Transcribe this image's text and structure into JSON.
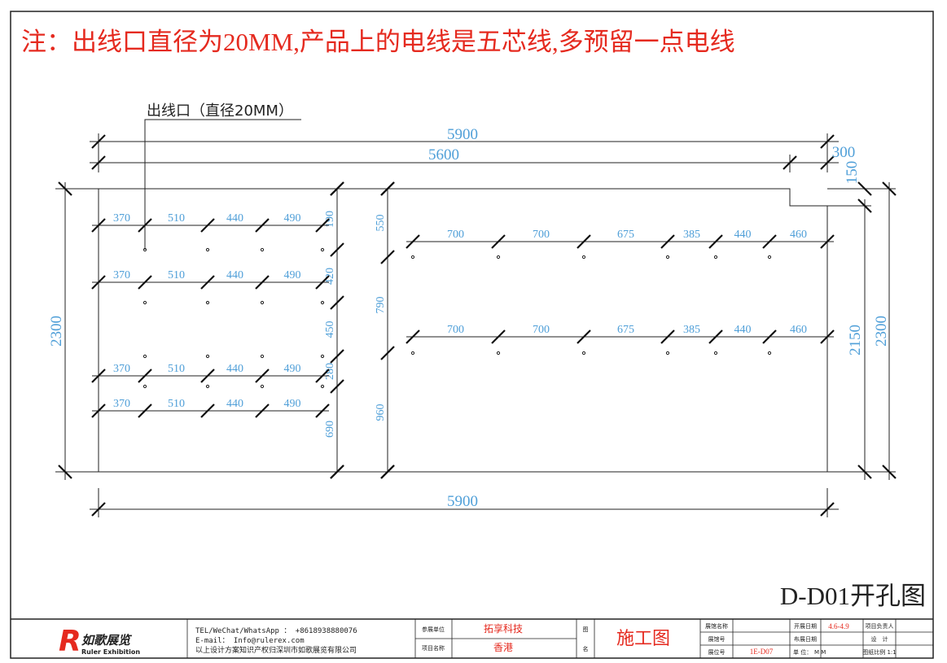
{
  "header": {
    "note": "注：出线口直径为20MM,产品上的电线是五芯线,多预留一点电线"
  },
  "callout": {
    "label": "出线口（直径20MM）"
  },
  "top_dims": {
    "overall": "5900",
    "inner": "5600",
    "notch_w": "300",
    "notch_h": "150"
  },
  "bottom_dim": "5900",
  "left_height": "2300",
  "right_heights": {
    "inner": "2150",
    "outer": "2300"
  },
  "left_panel": {
    "rows": [
      [
        "370",
        "510",
        "440",
        "490"
      ],
      [
        "370",
        "510",
        "440",
        "490"
      ],
      [
        "370",
        "510",
        "440",
        "490"
      ],
      [
        "370",
        "510",
        "440",
        "490"
      ]
    ],
    "vertical": [
      "190",
      "420",
      "450",
      "280",
      "690"
    ]
  },
  "right_panel": {
    "rows": [
      [
        "700",
        "700",
        "675",
        "385",
        "440",
        "460"
      ],
      [
        "700",
        "700",
        "675",
        "385",
        "440",
        "460"
      ]
    ],
    "vertical": [
      "550",
      "790",
      "960"
    ]
  },
  "drawing_title": "D-D01开孔图",
  "titleblock": {
    "logo_cn": "如歌展览",
    "logo_en": "Ruler Exhibition",
    "logo_mark": "R",
    "contact_tel": "TEL/WeChat/WhatsApp ： +8618938880076",
    "contact_email": "E-mail： Info@rulerex.com",
    "copyright": "以上设计方案知识产权归深圳市如歌展览有限公司",
    "participant_label": "参展单位",
    "participant_value": "拓享科技",
    "project_label": "项目名称",
    "project_value": "香港",
    "drawing_label_top": "图",
    "drawing_label_bottom": "名",
    "drawing_name": "施工图",
    "hall_name_label": "展馆名称",
    "hall_no_label": "展馆号",
    "booth_no_label": "展位号",
    "booth_no_value": "1E-D07",
    "open_date_label": "开展日期",
    "open_date_value": "4.6-4.9",
    "layout_date_label": "布展日期",
    "unit_label": "单 位：",
    "unit_value": "M M",
    "pm_label": "项目负责人",
    "design_label": "设　计",
    "scale_label": "图纸比例 1:1"
  }
}
